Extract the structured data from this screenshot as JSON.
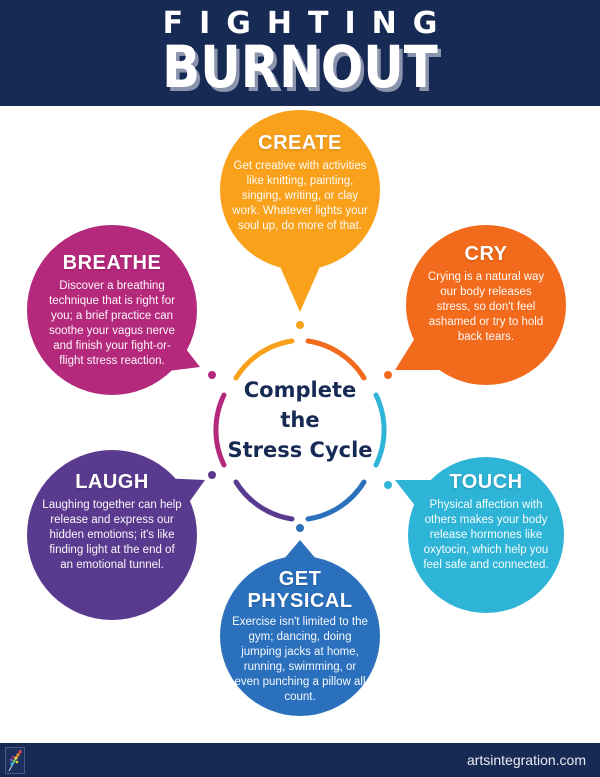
{
  "header": {
    "subtitle": "FIGHTING",
    "title": "BURNOUT",
    "background": "#172a54"
  },
  "center": {
    "line1": "Complete",
    "line2": "the",
    "line3": "Stress Cycle",
    "color": "#172a54"
  },
  "bubbles": [
    {
      "id": "create",
      "title": "CREATE",
      "body": "Get creative with activities like knitting, painting, singing, writing, or clay work. Whatever lights your soul up, do more of that.",
      "color": "#f9a11b"
    },
    {
      "id": "cry",
      "title": "CRY",
      "body": "Crying is a natural way our body releases stress, so don't feel ashamed or try to hold back tears.",
      "color": "#f26a1b"
    },
    {
      "id": "touch",
      "title": "TOUCH",
      "body": "Physical affection with others makes your body release hormones like oxytocin, which help you feel safe and connected.",
      "color": "#2eb4d6"
    },
    {
      "id": "get-physical",
      "title_line1": "GET",
      "title_line2": "PHYSICAL",
      "body": "Exercise isn't limited to the gym; dancing, doing jumping jacks at home, running, swimming, or even punching a pillow all count.",
      "color": "#2a70bd"
    },
    {
      "id": "laugh",
      "title": "LAUGH",
      "body": "Laughing together can help release and express our hidden emotions; it's like finding light at the end of an emotional tunnel.",
      "color": "#5a3a8e"
    },
    {
      "id": "breathe",
      "title": "BREATHE",
      "body": "Discover a breathing technique that is right for you; a brief practice can soothe your vagus nerve and finish your fight-or-flight stress reaction.",
      "color": "#b5297c"
    }
  ],
  "footer": {
    "url": "artsintegration.com",
    "logo_icon": "paintbrush-feather-logo"
  }
}
